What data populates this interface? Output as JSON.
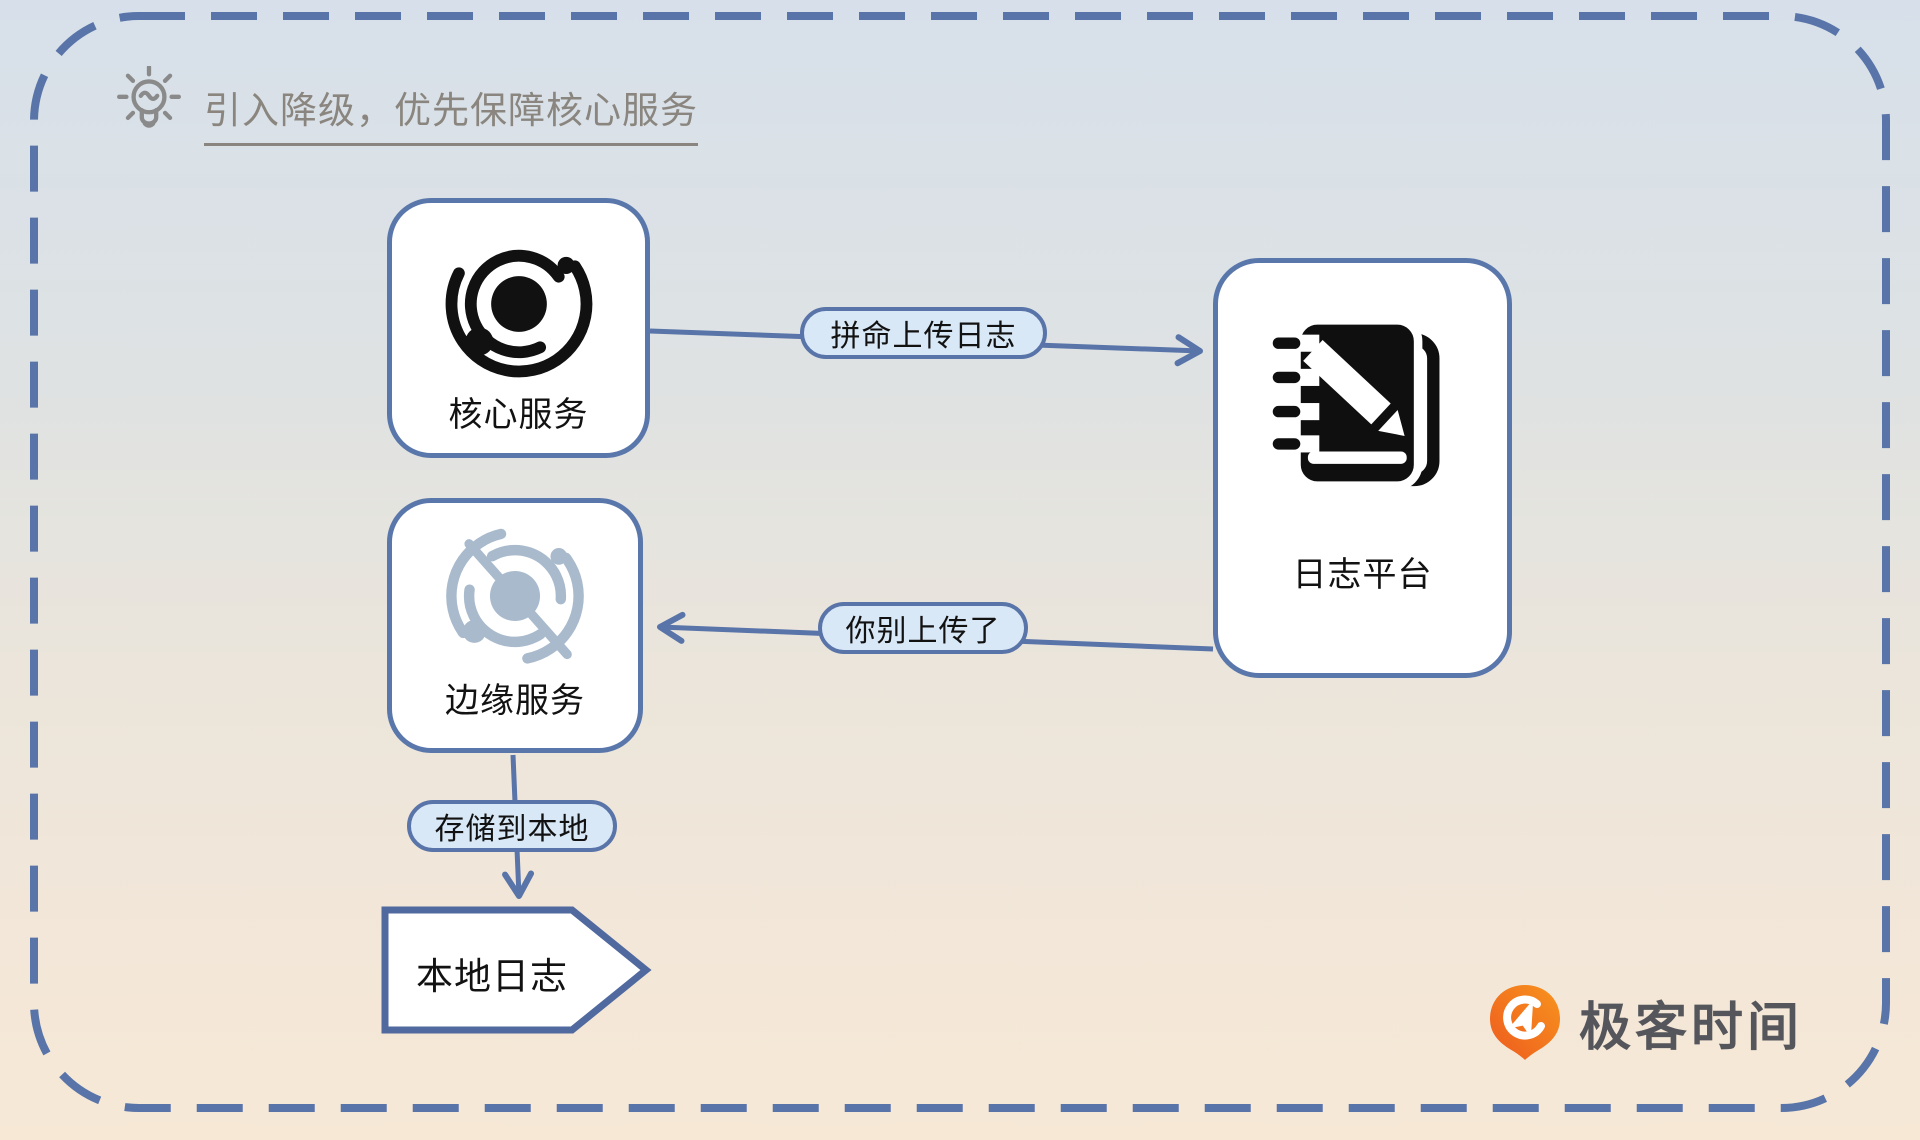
{
  "title": {
    "text": "引入降级，优先保障核心服务"
  },
  "nodes": {
    "core_service": {
      "label": "核心服务"
    },
    "edge_service": {
      "label": "边缘服务"
    },
    "log_platform": {
      "label": "日志平台"
    },
    "local_log": {
      "label": "本地日志"
    }
  },
  "edges": {
    "upload": {
      "label": "拼命上传日志",
      "from": "核心服务",
      "to": "日志平台"
    },
    "stop_upload": {
      "label": "你别上传了",
      "from": "日志平台",
      "to": "边缘服务"
    },
    "store_local": {
      "label": "存储到本地",
      "from": "边缘服务",
      "to": "本地日志"
    }
  },
  "branding": {
    "logo_text": "极客时间"
  },
  "icons": {
    "title": "lightbulb-icon",
    "core_service": "orbit-service-icon",
    "edge_service": "orbit-service-disabled-icon",
    "log_platform": "notebook-pencil-icon",
    "brand": "geektime-logo-icon"
  },
  "colors": {
    "accent_blue": "#5874a8",
    "box_border": "#5a77ab",
    "pill_fill": "#d9e8f7",
    "muted_icon": "#a9bacd",
    "title_gray": "#8a867f",
    "ink": "#121212",
    "logo_orange_1": "#ee5a1e",
    "logo_orange_2": "#f7941e",
    "logo_text": "#55565b",
    "bg_top": "#d7e0ea",
    "bg_bottom": "#f7e8d6"
  }
}
